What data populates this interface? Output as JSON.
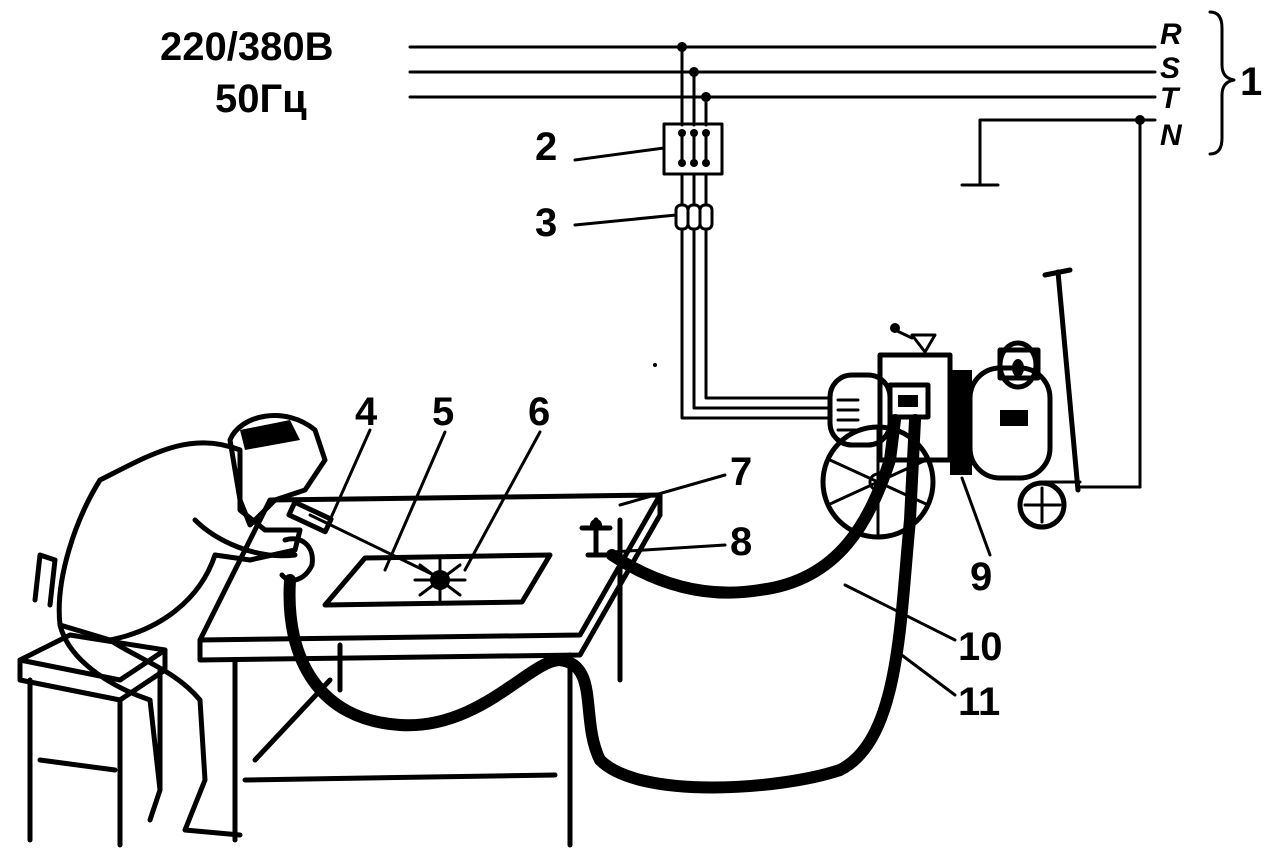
{
  "supply": {
    "voltage": "220/380В",
    "frequency": "50Гц"
  },
  "phases": [
    "R",
    "S",
    "T",
    "N"
  ],
  "brace_label": "1",
  "callouts": [
    "2",
    "3",
    "4",
    "5",
    "6",
    "7",
    "8",
    "9",
    "10",
    "11"
  ]
}
